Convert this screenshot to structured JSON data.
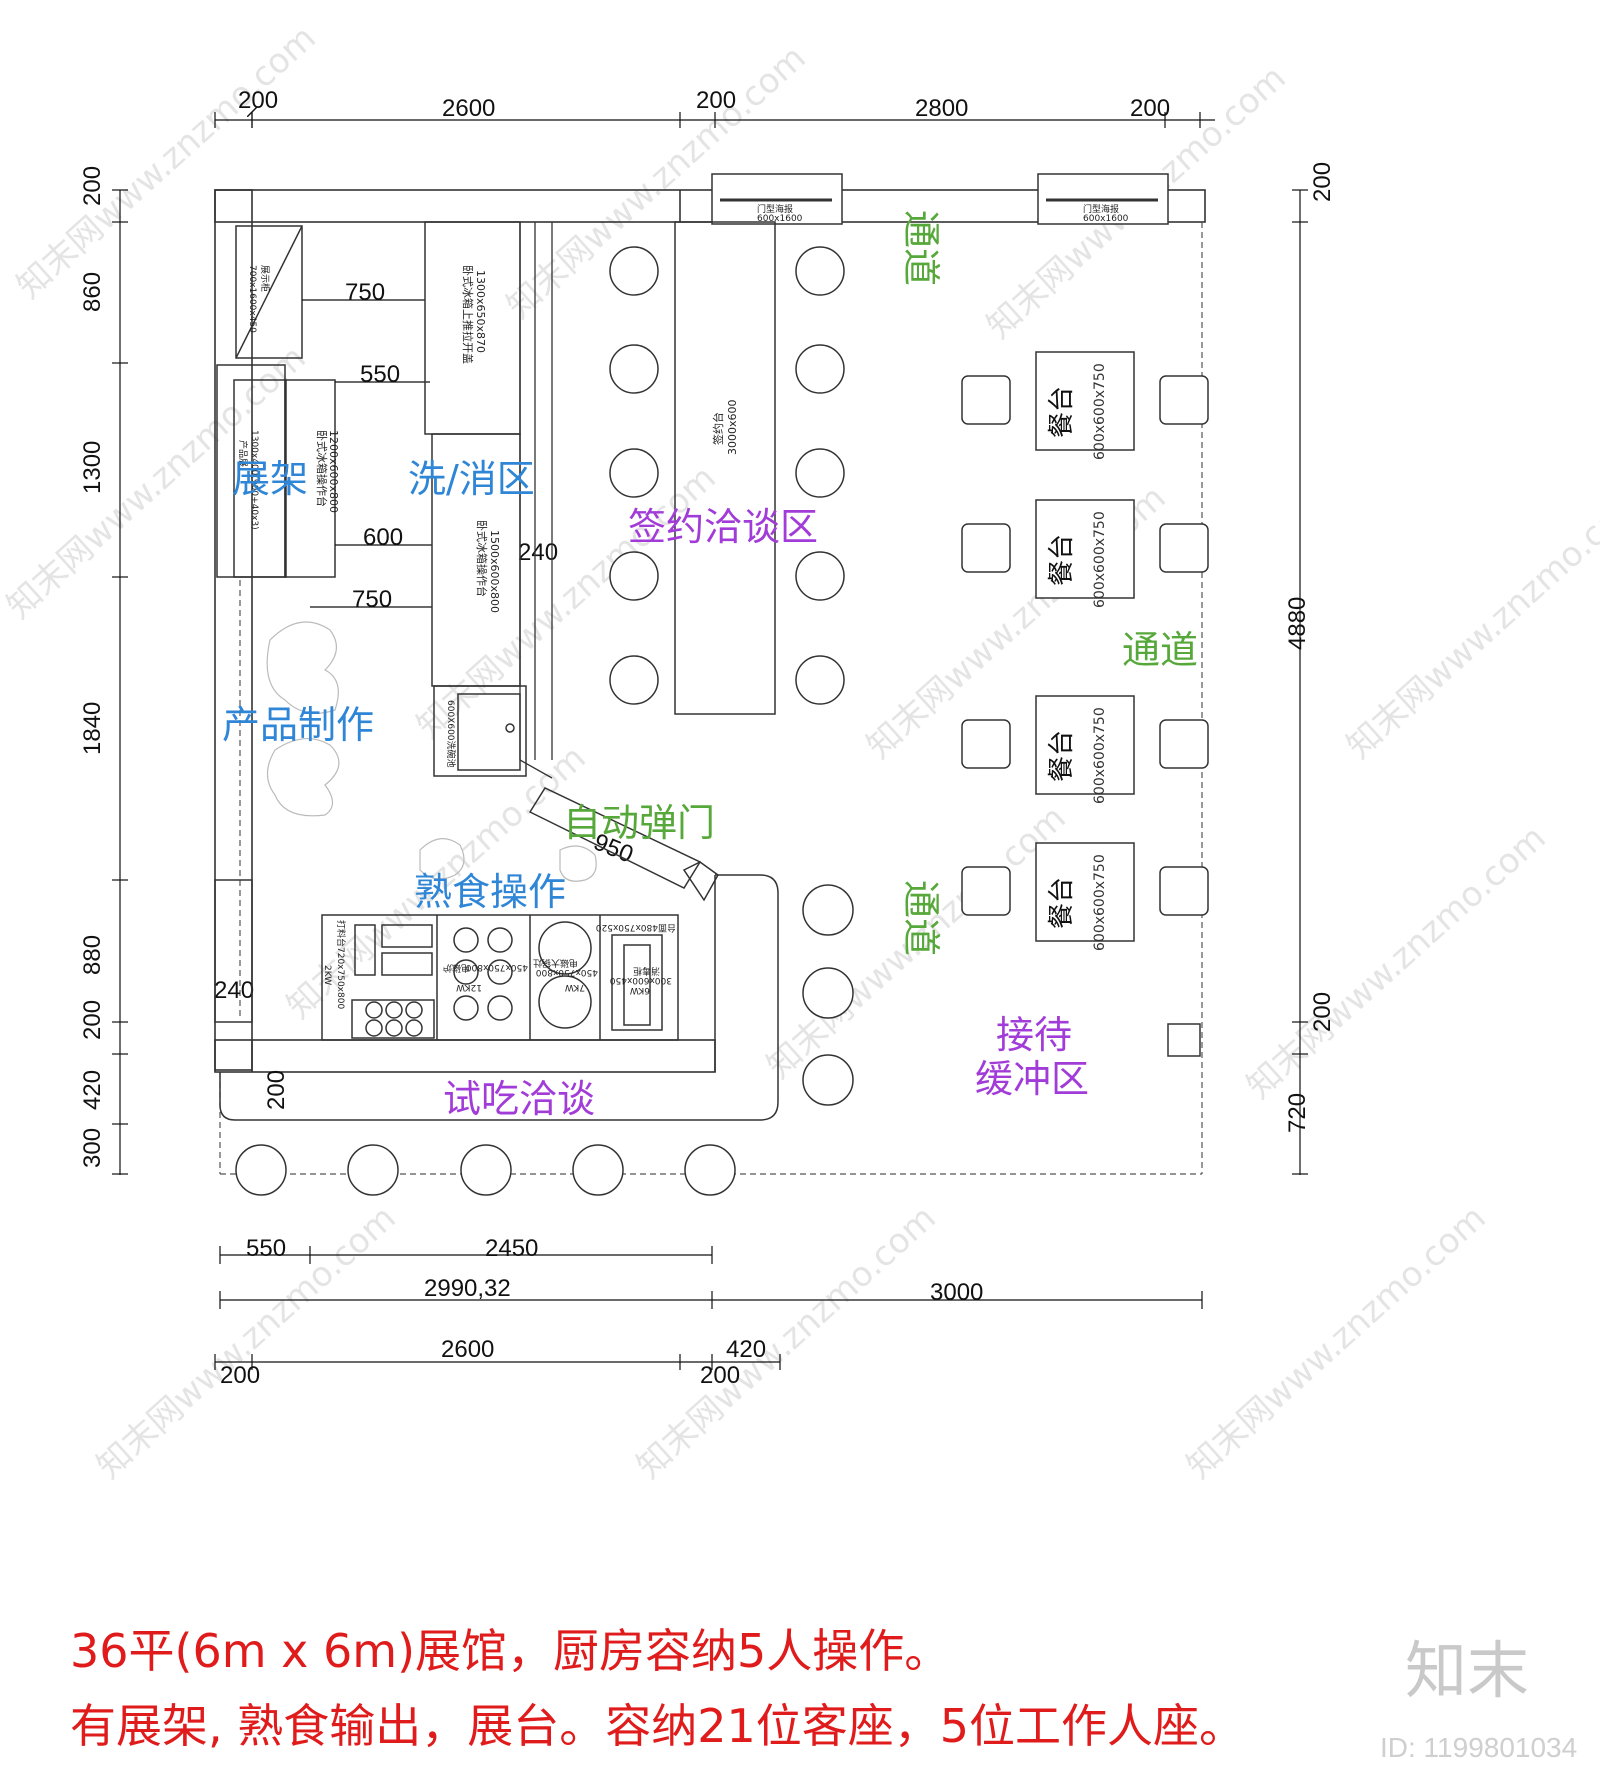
{
  "dimensions": {
    "top": [
      "200",
      "2600",
      "200",
      "2800",
      "200"
    ],
    "left": [
      "200",
      "860",
      "1300",
      "1840",
      "880",
      "200",
      "420",
      "300"
    ],
    "right": [
      "200",
      "4880",
      "200",
      "720"
    ],
    "bottom_row1": [
      "550",
      "2450"
    ],
    "bottom_row2": [
      "2990,32",
      "3000"
    ],
    "bottom_row3": [
      "200",
      "2600",
      "200",
      "420"
    ],
    "internal": [
      "750",
      "550",
      "600",
      "750",
      "240",
      "950",
      "240",
      "200"
    ]
  },
  "equipment": {
    "poster1": "门型海报",
    "poster1_size": "600x1600",
    "poster2": "门型海报",
    "poster2_size": "600x1600",
    "shelf_box": "展示柜",
    "shelf_box_size": "700x1600x450",
    "freezer_top": "卧式冰箱上推拉开盖",
    "freezer_top_size": "1300x650x870",
    "product_rack": "产品展",
    "product_rack_size": "1300x400(900+40x3)",
    "freezer_op1": "卧式冰箱操作台",
    "freezer_op1_size": "1200x600x800",
    "freezer_op2": "卧式冰箱操作台",
    "freezer_op2_size": "1500x600x800",
    "sink": "600X600洗碗池",
    "sign_table": "签约台",
    "sign_table_size": "3000x600",
    "kitchen_eq1": "打料台720x750x800",
    "kitchen_eq1_power": "2KW",
    "kitchen_eq2": "电磁炉",
    "kitchen_eq2_size": "450x750x800",
    "kitchen_eq2_power": "12KW",
    "kitchen_eq3": "电磁大锅灶",
    "kitchen_eq3_size": "450x750x800",
    "kitchen_eq3_power": "7KW",
    "kitchen_eq4": "消毒柜",
    "kitchen_eq4_size": "300x600x450",
    "kitchen_eq4_power": "6KW",
    "kitchen_eq5": "台面480x750x520"
  },
  "zones": {
    "shelf": "展架",
    "wash": "洗/消区",
    "sign": "签约洽谈区",
    "product": "产品制作",
    "door": "自动弹门",
    "cooked": "熟食操作",
    "tasting": "试吃洽谈",
    "reception_1": "接待",
    "reception_2": "缓冲区",
    "aisle_top": "通道",
    "aisle_mid": "通道",
    "aisle_bottom": "通道"
  },
  "tables": {
    "label": "餐台",
    "size": "600x600x750"
  },
  "caption": {
    "line1": "36平(6m x 6m)展馆，厨房容纳5人操作。",
    "line2": "有展架, 熟食输出，展台。容纳21位客座，5位工作人座。"
  },
  "brand": "知末",
  "image_id": "ID: 1199801034",
  "watermark": "知末网www.znzmo.com",
  "colors": {
    "blue_zone": "#2f86d6",
    "purple_zone": "#a23cd8",
    "green_zone": "#57a83a",
    "caption_red": "#e01b1b"
  }
}
